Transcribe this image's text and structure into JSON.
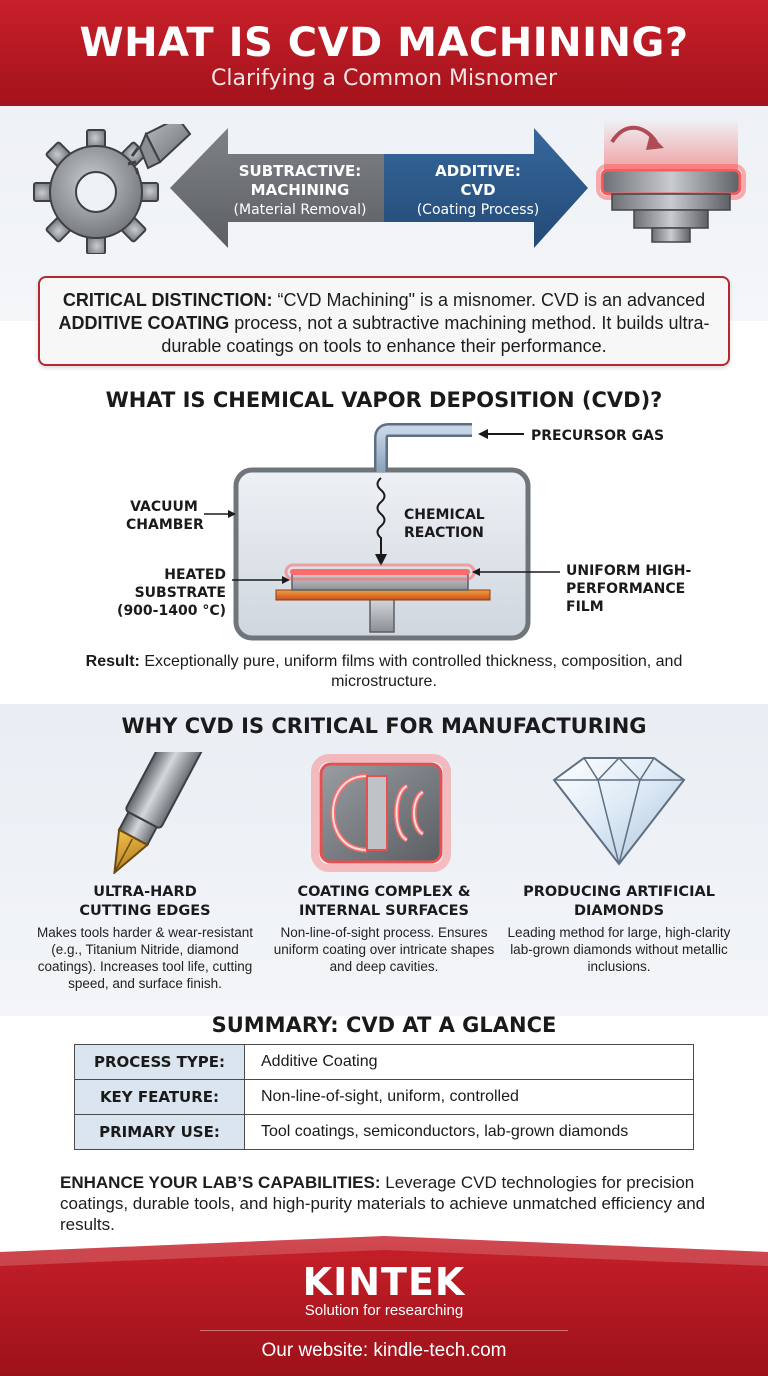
{
  "header": {
    "title": "WHAT IS CVD MACHINING?",
    "subtitle": "Clarifying a Common Misnomer"
  },
  "comparison": {
    "subtractive": {
      "heading_line1": "SUBTRACTIVE:",
      "heading_line2": "MACHINING",
      "note": "(Material Removal)"
    },
    "additive": {
      "heading_line1": "ADDITIVE:",
      "heading_line2": "CVD",
      "note": "(Coating Process)"
    }
  },
  "callout": {
    "lead": "CRITICAL DISTINCTION:",
    "text1": " “CVD Machining\" is a misnomer. CVD is an advanced ",
    "emph": "ADDITIVE COATING",
    "text2": " process, not a subtractive machining method. It builds ultra-durable coatings on tools to enhance their performance."
  },
  "cvd_section": {
    "title": "WHAT IS CHEMICAL VAPOR DEPOSITION (CVD)?",
    "labels": {
      "precursor": "PRECURSOR GAS",
      "chamber_line1": "VACUUM",
      "chamber_line2": "CHAMBER",
      "reaction_line1": "CHEMICAL",
      "reaction_line2": "REACTION",
      "substrate_line1": "HEATED",
      "substrate_line2": "SUBSTRATE",
      "substrate_line3": "(900-1400 °C)",
      "film_line1": "UNIFORM HIGH-",
      "film_line2": "PERFORMANCE",
      "film_line3": "FILM"
    },
    "result_lead": "Result:",
    "result_text": " Exceptionally pure, uniform films with controlled thickness, composition, and microstructure."
  },
  "why_section": {
    "title": "WHY CVD IS CRITICAL FOR MANUFACTURING",
    "items": [
      {
        "title_line1": "ULTRA-HARD",
        "title_line2": "CUTTING EDGES",
        "text": "Makes tools harder & wear-resistant (e.g., Titanium Nitride, diamond coatings). Increases tool life, cutting speed, and surface finish."
      },
      {
        "title_line1": "COATING COMPLEX &",
        "title_line2": "INTERNAL SURFACES",
        "text": "Non-line-of-sight process. Ensures uniform coating over intricate shapes and deep cavities."
      },
      {
        "title_line1": "PRODUCING ARTIFICIAL",
        "title_line2": "DIAMONDS",
        "text": "Leading method for large, high-clarity lab-grown diamonds without metallic inclusions."
      }
    ]
  },
  "summary": {
    "title": "SUMMARY: CVD AT A GLANCE",
    "rows": [
      {
        "key": "PROCESS TYPE:",
        "value": "Additive Coating"
      },
      {
        "key": "KEY FEATURE:",
        "value": "Non-line-of-sight, uniform, controlled"
      },
      {
        "key": "PRIMARY USE:",
        "value": "Tool coatings, semiconductors, lab-grown diamonds"
      }
    ]
  },
  "enhance": {
    "lead": "ENHANCE YOUR LAB’S CAPABILITIES:",
    "text": " Leverage CVD technologies for precision coatings, durable tools, and high-purity materials to achieve unmatched efficiency and results."
  },
  "footer": {
    "logo": "KINTEK",
    "tagline": "Solution for researching",
    "website": "Our website: kindle-tech.com"
  },
  "colors": {
    "brand_red": "#c8202a",
    "arrow_grey": "#6d7074",
    "arrow_blue": "#2c5a8c",
    "table_key_bg": "#dbe5ef"
  }
}
